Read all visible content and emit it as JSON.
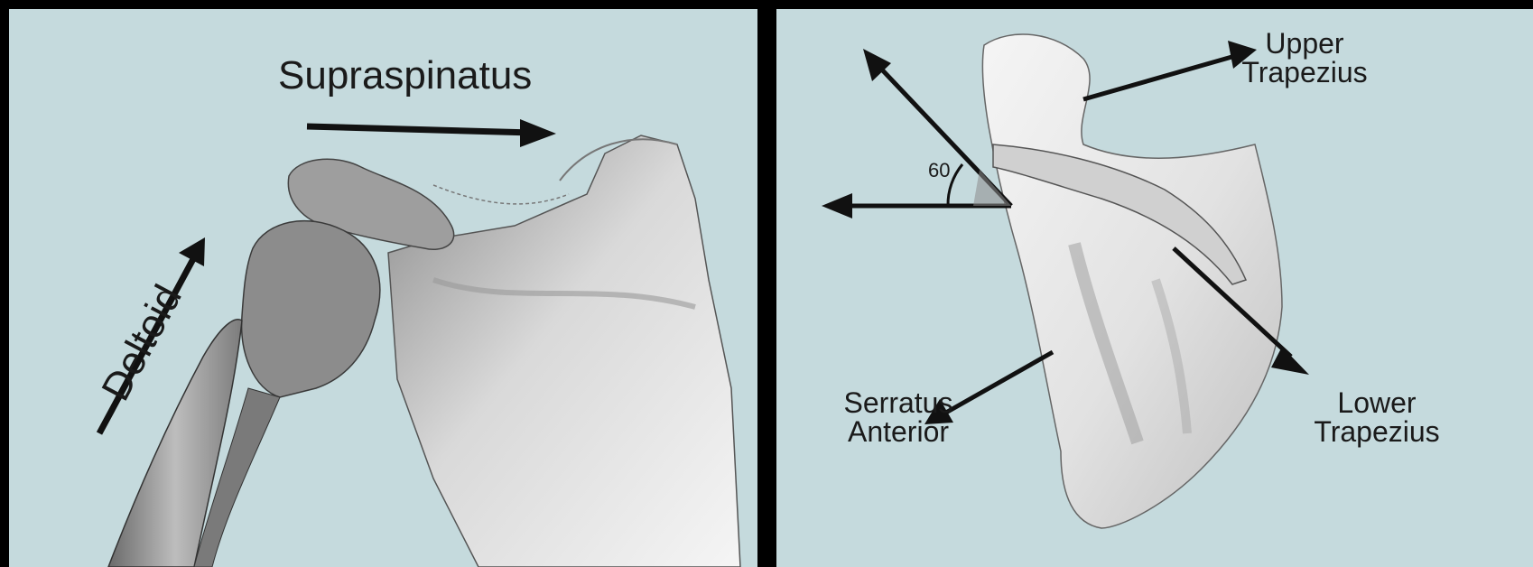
{
  "left_panel": {
    "labels": {
      "supraspinatus": "Supraspinatus",
      "deltoid": "Deltoid"
    }
  },
  "right_panel": {
    "labels": {
      "upper_trapezius_line1": "Upper",
      "upper_trapezius_line2": "Trapezius",
      "serratus_line1": "Serratus",
      "serratus_line2": "Anterior",
      "lower_trapezius_line1": "Lower",
      "lower_trapezius_line2": "Trapezius",
      "angle": "60"
    }
  },
  "colors": {
    "background": "#c5dadd",
    "frame": "#000000",
    "bone_light": "#f2f2f2",
    "bone_shadow": "#6e6e6e",
    "arrow": "#111111"
  }
}
